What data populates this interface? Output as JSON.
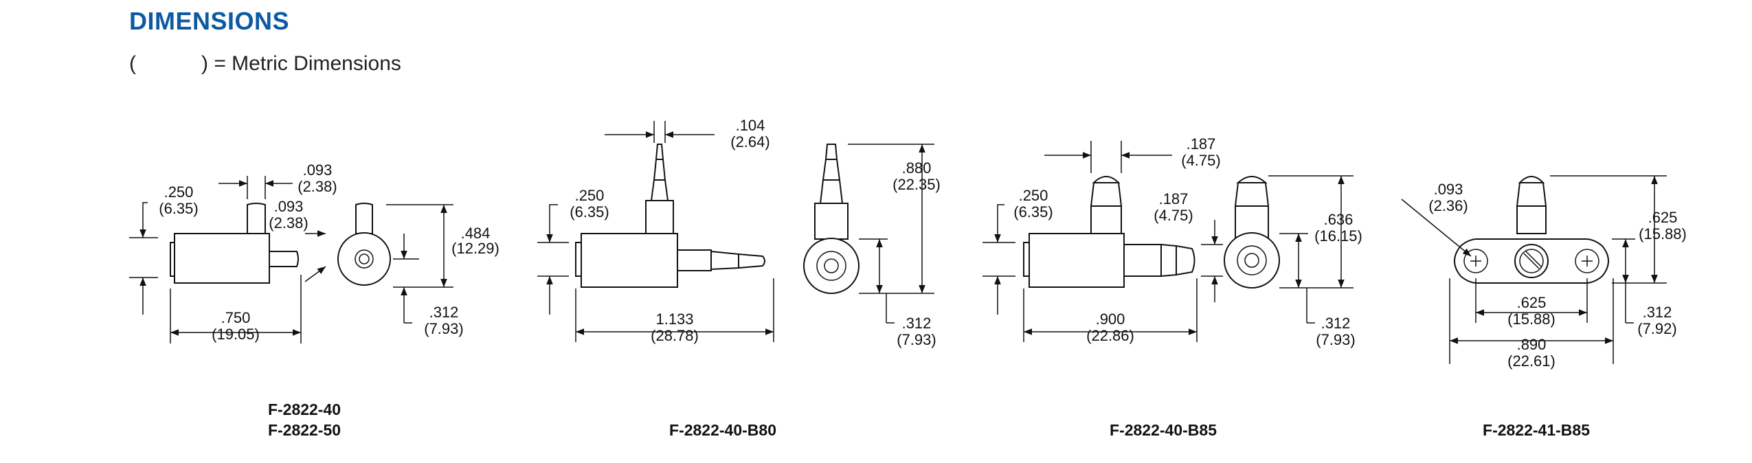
{
  "section_title": "DIMENSIONS",
  "legend": {
    "open": "(",
    "text": ") = Metric Dimensions"
  },
  "parts": [
    {
      "labels": [
        "F-2822-40",
        "F-2822-50"
      ],
      "dims": {
        "height": [
          ".250",
          "(6.35)"
        ],
        "nozzle_gap": [
          ".093",
          "(2.38)"
        ],
        "nozzle_dia": [
          ".093",
          "(2.38)"
        ],
        "overall_height": [
          ".484",
          "(12.29)"
        ],
        "length": [
          ".750",
          "(19.05)"
        ],
        "center": [
          ".312",
          "(7.93)"
        ]
      }
    },
    {
      "labels": [
        "F-2822-40-B80"
      ],
      "dims": {
        "barb_width": [
          ".104",
          "(2.64)"
        ],
        "height": [
          ".250",
          "(6.35)"
        ],
        "length": [
          "1.133",
          "(28.78)"
        ],
        "overall_height": [
          ".880",
          "(22.35)"
        ],
        "center": [
          ".312",
          "(7.93)"
        ]
      }
    },
    {
      "labels": [
        "F-2822-40-B85"
      ],
      "dims": {
        "barb_width": [
          ".187",
          "(4.75)"
        ],
        "height": [
          ".250",
          "(6.35)"
        ],
        "side_barb": [
          ".187",
          "(4.75)"
        ],
        "length": [
          ".900",
          "(22.86)"
        ],
        "overall_height": [
          ".636",
          "(16.15)"
        ],
        "center": [
          ".312",
          "(7.93)"
        ]
      }
    },
    {
      "labels": [
        "F-2822-41-B85"
      ],
      "dims": {
        "hole_dia": [
          ".093",
          "(2.36)"
        ],
        "overall_height": [
          ".625",
          "(15.88)"
        ],
        "hole_spacing": [
          ".625",
          "(15.88)"
        ],
        "overall_length": [
          ".890",
          "(22.61)"
        ],
        "center": [
          ".312",
          "(7.92)"
        ]
      }
    }
  ]
}
